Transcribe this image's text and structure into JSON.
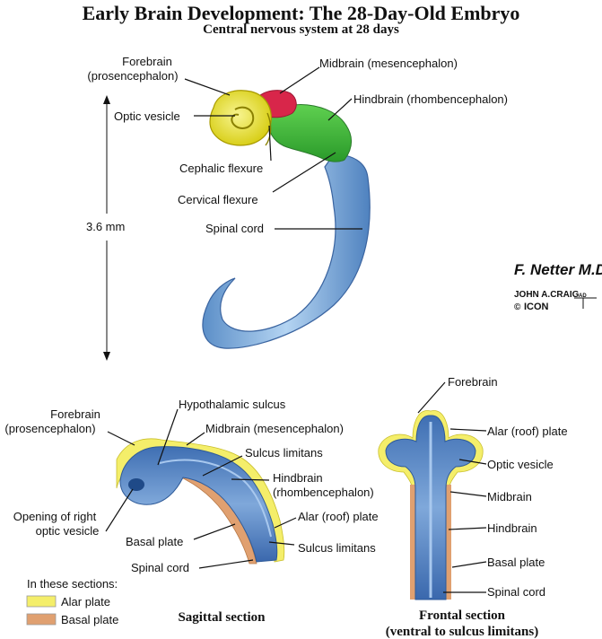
{
  "header": {
    "title": "Early Brain Development: The 28-Day-Old Embryo",
    "subtitle": "Central nervous system at 28 days"
  },
  "top_labels": {
    "forebrain_1": "Forebrain",
    "forebrain_2": "(prosencephalon)",
    "midbrain": "Midbrain (mesencephalon)",
    "hindbrain": "Hindbrain (rhombencephalon)",
    "optic_vesicle": "Optic vesicle",
    "cephalic_flexure": "Cephalic flexure",
    "cervical_flexure": "Cervical flexure",
    "spinal_cord": "Spinal cord",
    "scale": "3.6 mm"
  },
  "sagittal": {
    "forebrain_1": "Forebrain",
    "forebrain_2": "(prosencephalon)",
    "hypothalamic_sulcus": "Hypothalamic sulcus",
    "midbrain": "Midbrain (mesencephalon)",
    "sulcus_limitans_top": "Sulcus limitans",
    "hindbrain_1": "Hindbrain",
    "hindbrain_2": "(rhombencephalon)",
    "opening_1": "Opening of right",
    "opening_2": "optic vesicle",
    "alar_plate": "Alar (roof) plate",
    "basal_plate": "Basal plate",
    "sulcus_limitans_bottom": "Sulcus limitans",
    "spinal_cord": "Spinal cord",
    "caption": "Sagittal section"
  },
  "frontal": {
    "forebrain": "Forebrain",
    "alar_plate": "Alar (roof) plate",
    "optic_vesicle": "Optic vesicle",
    "midbrain": "Midbrain",
    "hindbrain": "Hindbrain",
    "basal_plate": "Basal plate",
    "spinal_cord": "Spinal cord",
    "caption_1": "Frontal section",
    "caption_2": "(ventral to sulcus limitans)"
  },
  "legend": {
    "title": "In these sections:",
    "items": [
      {
        "label": "Alar plate",
        "color": "#f4ee6a"
      },
      {
        "label": "Basal plate",
        "color": "#e0a070"
      }
    ]
  },
  "signature": {
    "artist": "F. Netter M.D.",
    "credit": "JOHN A.CRAIG",
    "suffix": "AD",
    "publisher": "ICON"
  },
  "colors": {
    "forebrain": "#e8e42a",
    "midbrain": "#d8264a",
    "hindbrain": "#3eb33a",
    "spinal_cord": "#8ab8e4",
    "alar_plate": "#f4ee6a",
    "basal_plate": "#e0a070"
  }
}
